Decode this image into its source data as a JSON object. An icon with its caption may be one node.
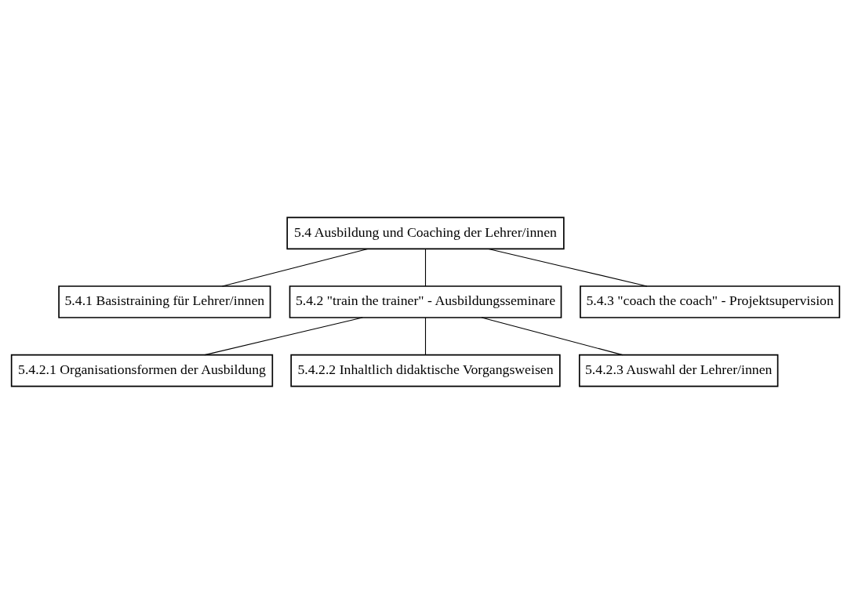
{
  "diagram": {
    "nodes": [
      {
        "text": [
          "5.4 Ausbildung und Coaching der Lehrer/innen"
        ]
      },
      {
        "text": [
          "5.4.1 Basistraining für Lehrer/innen"
        ]
      },
      {
        "text": [
          "5.4.2 \"train the trainer\" - Ausbildungsseminare"
        ]
      },
      {
        "text": [
          "5.4.3 \"coach the coach\" - Projektsupervision"
        ]
      },
      {
        "text": [
          "5.4.2.1 Organisationsformen der Ausbildung"
        ]
      },
      {
        "text": [
          "5.4.2.2 Inhaltlich didaktische Vorgangsweisen"
        ]
      },
      {
        "text": [
          "5.4.2.3 Auswahl der Lehrer/innen"
        ]
      }
    ],
    "edges": [
      {
        "from": 0,
        "to": 1,
        "arrow": "none"
      },
      {
        "from": 0,
        "to": 2,
        "arrow": "none"
      },
      {
        "from": 0,
        "to": 3,
        "arrow": "none"
      },
      {
        "from": 2,
        "to": 4,
        "arrow": "none"
      },
      {
        "from": 2,
        "to": 5,
        "arrow": "none"
      },
      {
        "from": 2,
        "to": 6,
        "arrow": "none"
      }
    ]
  }
}
